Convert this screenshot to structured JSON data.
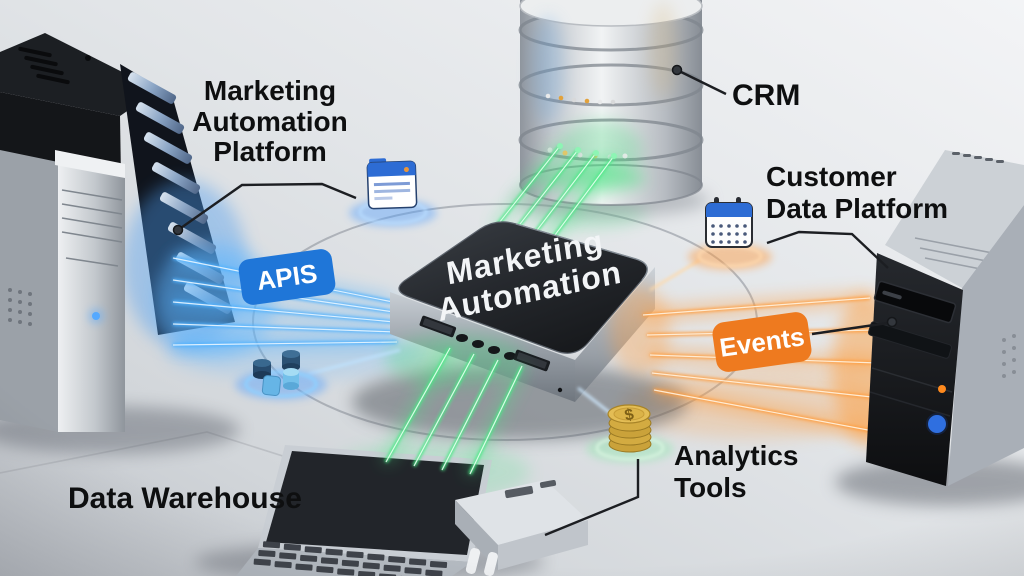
{
  "labels": {
    "platform": {
      "line1": "Marketing",
      "line2": "Automation",
      "line3": "Platform"
    },
    "crm": "CRM",
    "cdp": {
      "line1": "Customer",
      "line2": "Data Platform"
    },
    "analytics": {
      "line1": "Analytics",
      "line2": "Tools"
    },
    "data_warehouse": "Data Warehouse"
  },
  "hub": {
    "line1": "Marketing",
    "line2": "Automation"
  },
  "badges": {
    "apis": {
      "label": "APIS",
      "color": "#1f76d8"
    },
    "events": {
      "label": "Events",
      "color": "#ee7a1f"
    }
  },
  "icons": {
    "document": "document-window-icon",
    "calendar": "calendar-icon",
    "data_cubes": "data-cubes-icon",
    "coins": "coins-icon",
    "coin_symbol": "$"
  },
  "colors": {
    "beam_blue": "#4db1ff",
    "beam_green": "#49e985",
    "beam_orange": "#ff9e3f",
    "label_text": "#0e0f10",
    "badge_text": "#ffffff"
  }
}
